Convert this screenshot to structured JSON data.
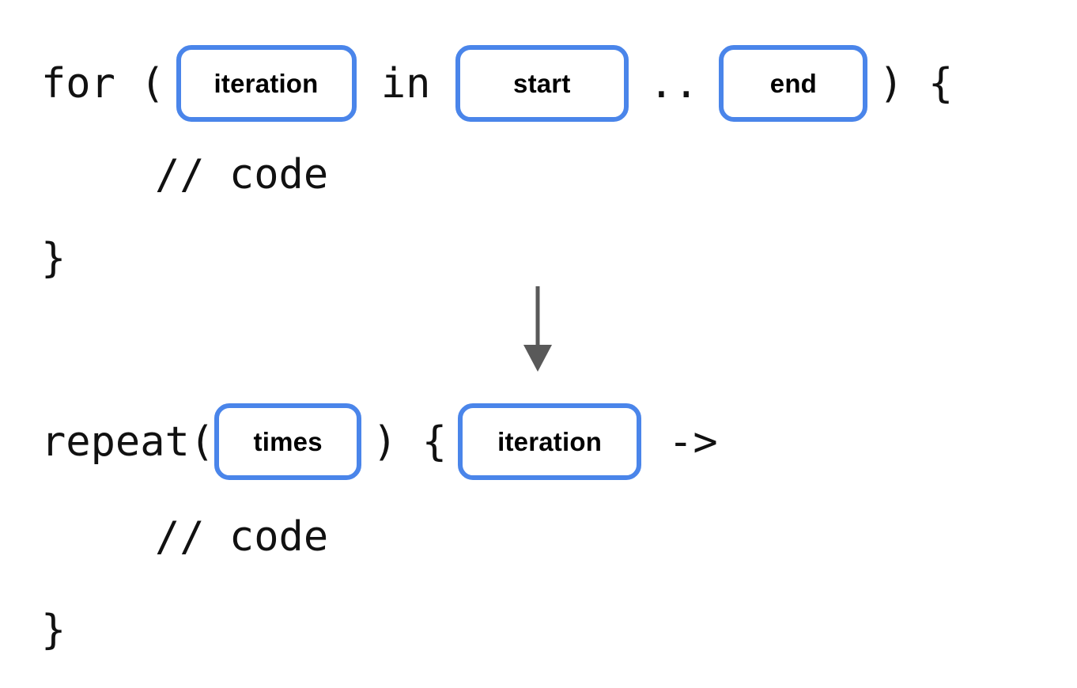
{
  "diagram": {
    "title": "for loop to repeat conversion",
    "accent_color": "#4a85ea",
    "code_color": "#111111",
    "arrow_color": "#595959",
    "background": "#ffffff"
  },
  "before": {
    "line1": {
      "prefix": "for (",
      "box_iteration": "iteration",
      "between_1": " in ",
      "box_start": "start",
      "range_operator": "..",
      "box_end": "end",
      "suffix": ") {"
    },
    "line2": "// code",
    "line3": "}"
  },
  "arrow": {
    "name": "down-arrow-icon",
    "direction": "down"
  },
  "after": {
    "line1": {
      "prefix": "repeat(",
      "box_times": "times",
      "between_1": ") {",
      "box_iteration": "iteration",
      "suffix": "->"
    },
    "line2": "// code",
    "line3": "}"
  }
}
